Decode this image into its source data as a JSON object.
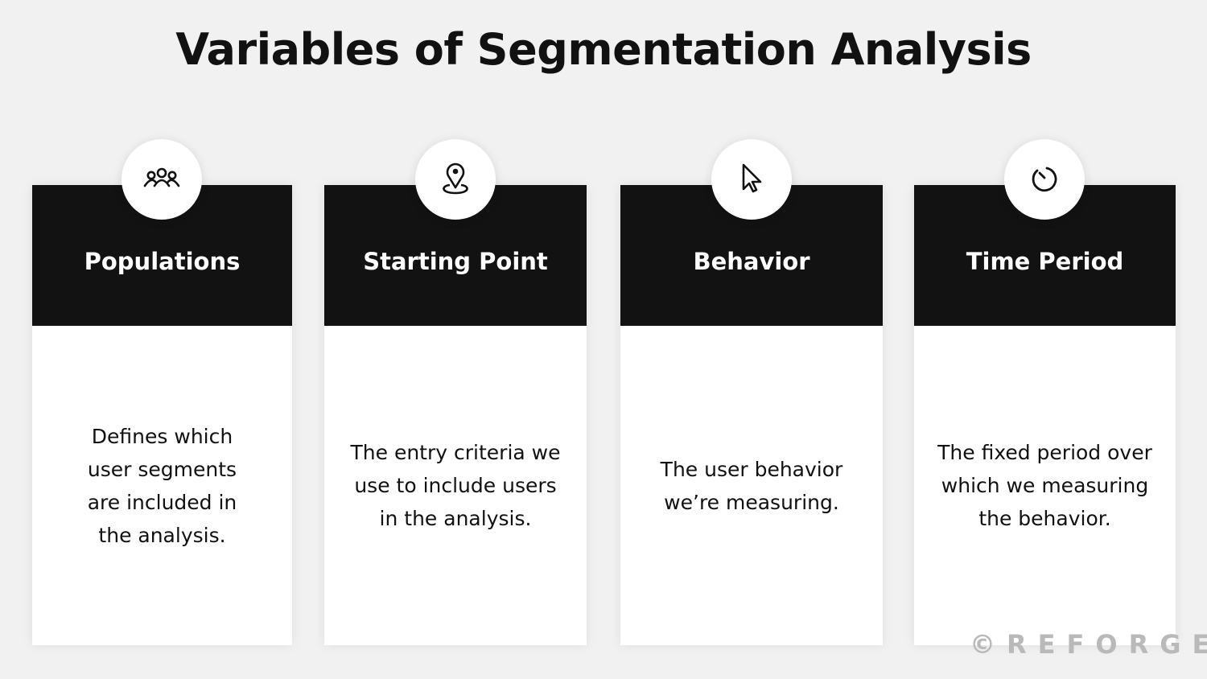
{
  "title": "Variables of Segmentation Analysis",
  "cards": [
    {
      "icon": "people-group-icon",
      "heading": "Populations",
      "description": "Defines which\nuser segments\nare included in\nthe analysis."
    },
    {
      "icon": "map-pin-icon",
      "heading": "Starting Point",
      "description": "The entry criteria we\nuse to include users\nin the analysis."
    },
    {
      "icon": "cursor-arrow-icon",
      "heading": "Behavior",
      "description": "The user behavior\nwe’re measuring."
    },
    {
      "icon": "timer-icon",
      "heading": "Time Period",
      "description": "The fixed period over\nwhich we measuring\nthe behavior."
    }
  ],
  "watermark": "©REFORGE"
}
